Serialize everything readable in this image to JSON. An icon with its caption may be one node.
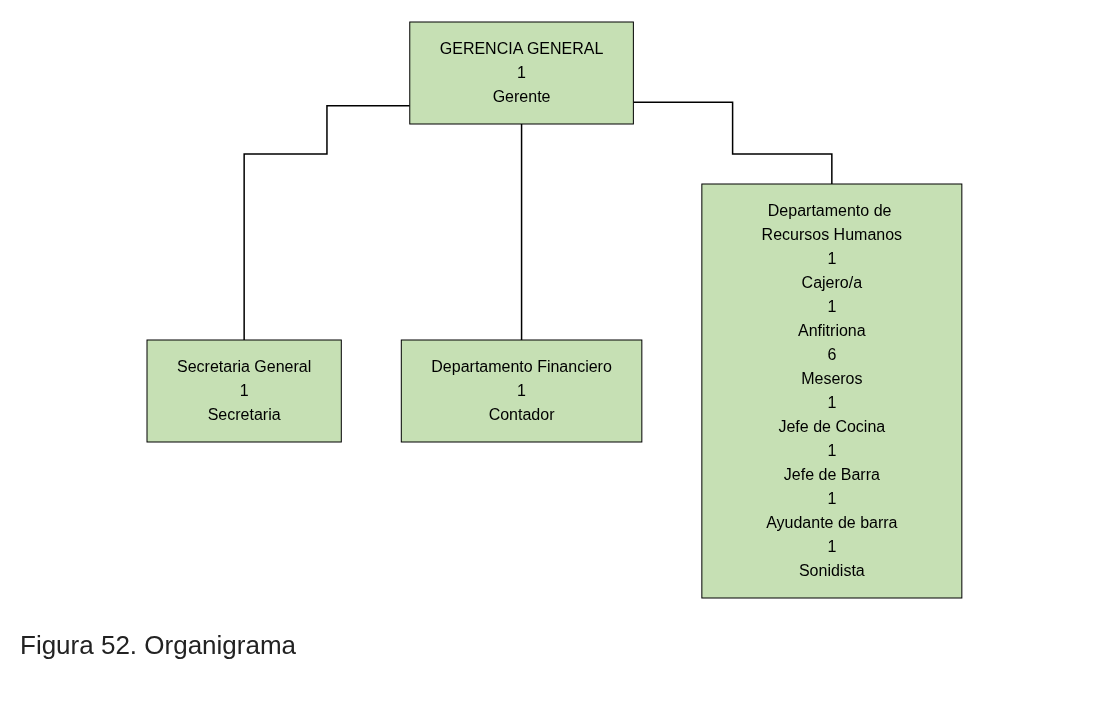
{
  "diagram": {
    "caption": "Figura 52. Organigrama",
    "nodes": [
      {
        "text": [
          "GERENCIA GENERAL",
          "1",
          "Gerente"
        ]
      },
      {
        "text": [
          "Secretaria General",
          "1",
          "Secretaria"
        ]
      },
      {
        "text": [
          "Departamento Financiero",
          "1",
          "Contador"
        ]
      },
      {
        "text": [
          "Departamento de Recursos Humanos",
          "1",
          "Cajero/a",
          "1",
          "Anfitriona",
          "6",
          "Meseros",
          "1",
          "Jefe de Cocina",
          "1",
          "Jefe de Barra",
          "1",
          "Ayudante de barra",
          "1",
          "Sonidista"
        ]
      }
    ],
    "edges": [
      {
        "from": 0,
        "to": 1,
        "arrow": "none"
      },
      {
        "from": 0,
        "to": 2,
        "arrow": "none"
      },
      {
        "from": 0,
        "to": 3,
        "arrow": "none"
      }
    ]
  }
}
